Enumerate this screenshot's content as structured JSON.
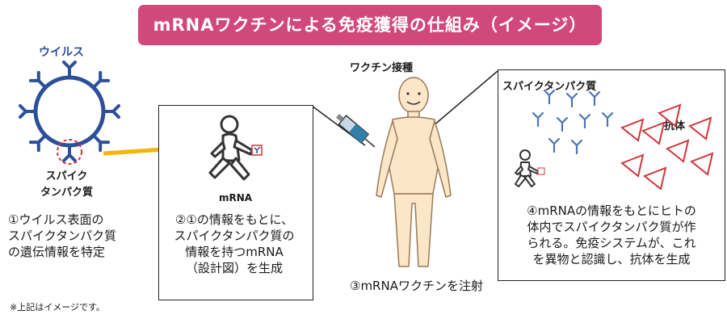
{
  "title": "mRNAワクチンによる免疫獲得の仕組み（イメージ）",
  "virus": {
    "label": "ウイルス",
    "spike_line1": "スパイク",
    "spike_line2": "タンパク質"
  },
  "step1": {
    "lines": [
      "①ウイルス表面の",
      "スパイクタンパク質",
      "の遺伝情報を特定"
    ]
  },
  "step2": {
    "mrna_label": "mRNA",
    "lines": [
      "②①の情報をもとに、",
      "スパイクタンパク質の",
      "情報を持つmRNA",
      "（設計図）を生成"
    ]
  },
  "step3": {
    "vaccination_label": "ワクチン接種",
    "text": "③mRNAワクチンを注射"
  },
  "step4": {
    "spike_label": "スパイクタンパク質",
    "antibody_label": "抗体",
    "lines": [
      "④mRNAの情報をもとにヒトの",
      "体内でスパイクタンパク質が作",
      "られる。免疫システムが、これ",
      "を異物と認識し、抗体を生成"
    ]
  },
  "footnote": "※上記はイメージです。",
  "colors": {
    "title_bg": "#d1497a",
    "virus_blue": "#2d4f9a",
    "arrow_orange": "#f5b400",
    "antibody_red": "#d0353b",
    "spike_blue": "#4b74b8",
    "skin": "#fbe6c8"
  }
}
